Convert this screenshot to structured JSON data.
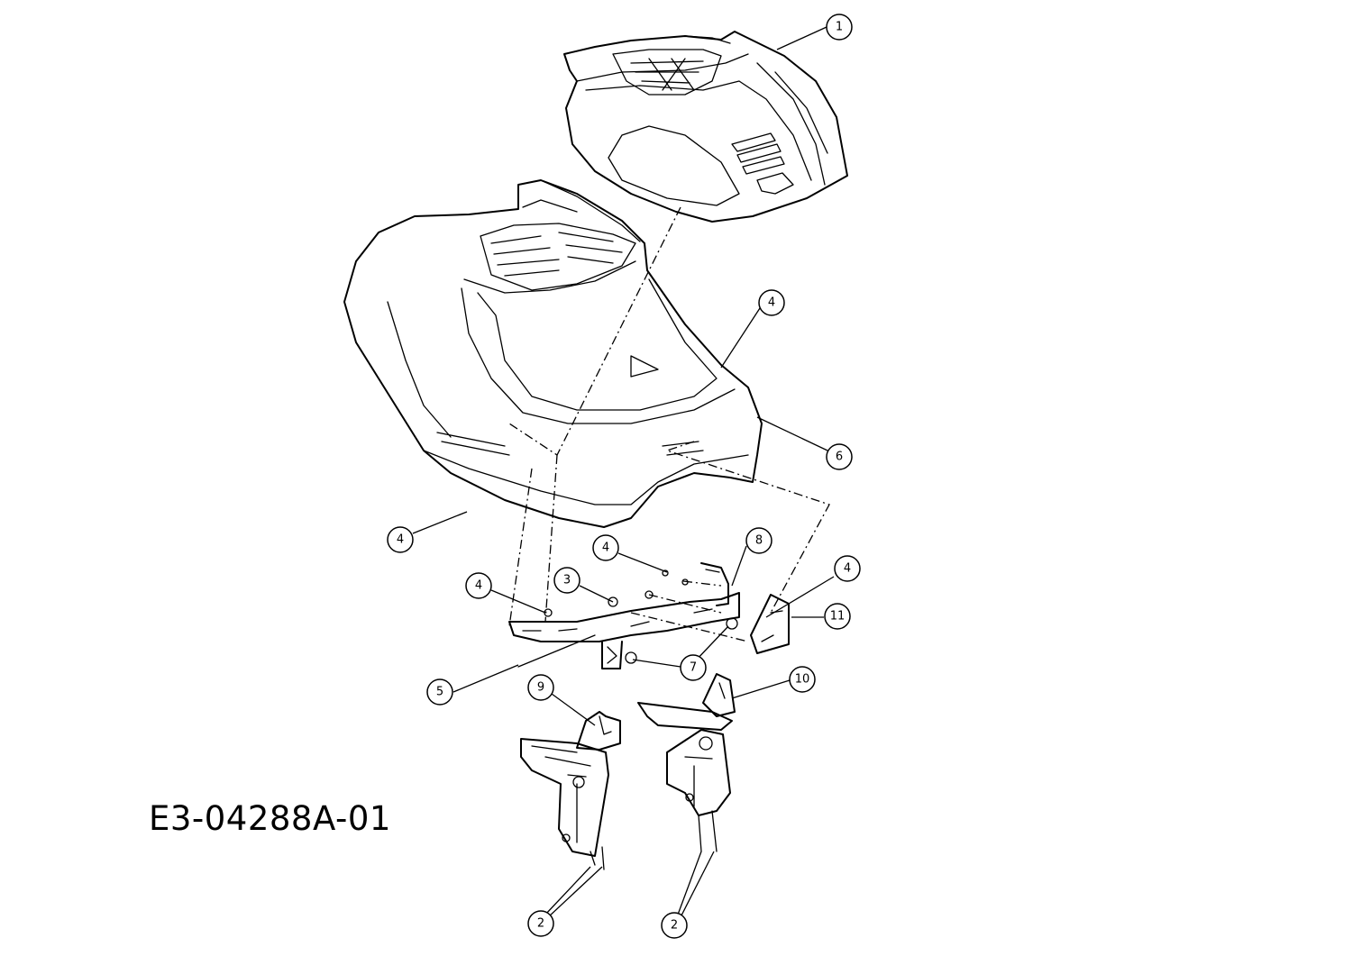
{
  "drawing_code": "E3-04288A-01",
  "callouts": [
    {
      "id": "c1",
      "label": "1"
    },
    {
      "id": "c4a",
      "label": "4"
    },
    {
      "id": "c6",
      "label": "6"
    },
    {
      "id": "c4b",
      "label": "4"
    },
    {
      "id": "c4c",
      "label": "4"
    },
    {
      "id": "c8",
      "label": "8"
    },
    {
      "id": "c3",
      "label": "3"
    },
    {
      "id": "c4d",
      "label": "4"
    },
    {
      "id": "c4e",
      "label": "4"
    },
    {
      "id": "c11",
      "label": "11"
    },
    {
      "id": "c7",
      "label": "7"
    },
    {
      "id": "c5",
      "label": "5"
    },
    {
      "id": "c9",
      "label": "9"
    },
    {
      "id": "c10",
      "label": "10"
    },
    {
      "id": "c2a",
      "label": "2"
    },
    {
      "id": "c2b",
      "label": "2"
    }
  ]
}
